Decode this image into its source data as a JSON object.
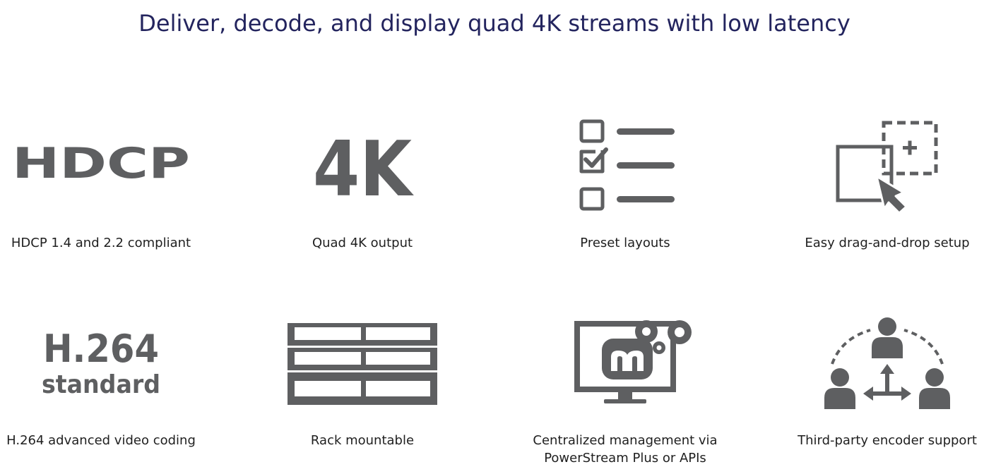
{
  "headline": "Deliver, decode, and display quad 4K streams with low latency",
  "colors": {
    "headline": "#23245e",
    "icon": "#5e5f61",
    "caption": "#1f1f1f",
    "background": "#ffffff"
  },
  "features": [
    {
      "icon": "hdcp-logo-icon",
      "icon_text": "HDCP",
      "caption": "HDCP 1.4 and 2.2 compliant"
    },
    {
      "icon": "4k-icon",
      "icon_text": "4K",
      "caption": "Quad 4K output"
    },
    {
      "icon": "checklist-icon",
      "caption": "Preset layouts"
    },
    {
      "icon": "drag-and-drop-icon",
      "caption": "Easy drag-and-drop setup"
    },
    {
      "icon": "h264-icon",
      "icon_text_line1": "H.264",
      "icon_text_line2": "standard",
      "caption": "H.264 advanced video coding"
    },
    {
      "icon": "rack-icon",
      "caption": "Rack mountable"
    },
    {
      "icon": "monitor-gears-icon",
      "caption_line1": "Centralized management via",
      "caption_line2": "PowerStream Plus or APIs"
    },
    {
      "icon": "network-users-icon",
      "caption": "Third-party encoder support"
    }
  ]
}
